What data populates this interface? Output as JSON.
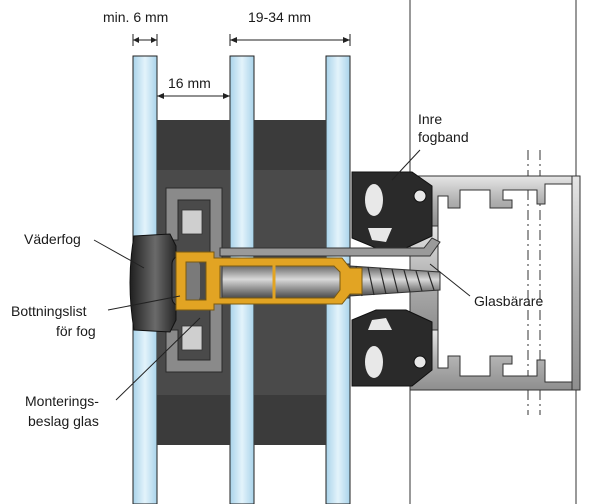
{
  "labels": {
    "min_gap": "min. 6 mm",
    "cavity_range": "19-34 mm",
    "inner_gap": "16 mm",
    "inner_seal_1": "Inre",
    "inner_seal_2": "fogband",
    "weather_seal": "Väderfog",
    "backer_rod_1": "Bottningslist",
    "backer_rod_2": "för fog",
    "glass_carrier": "Glasbärare",
    "mount_bracket_1": "Monterings-",
    "mount_bracket_2": "beslag glas"
  },
  "colors": {
    "glass": "#c9e6f3",
    "spacer": "#3b3b3b",
    "seal": "#2a2a2a",
    "bracket": "#e2a423",
    "aluminium": "#bcbcbc",
    "line": "#222222"
  }
}
